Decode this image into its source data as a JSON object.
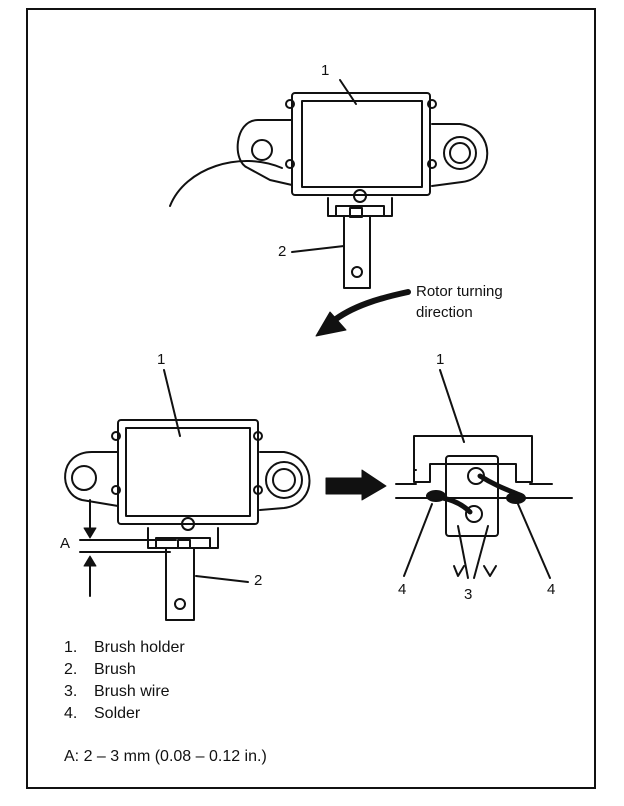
{
  "diagram": {
    "part_labels": {
      "top_1": "1",
      "top_2": "2",
      "left_1": "1",
      "left_2": "2",
      "right_1": "1",
      "right_3": "3",
      "right_4a": "4",
      "right_4b": "4",
      "dim_a": "A"
    },
    "rotation_text_line1": "Rotor turning",
    "rotation_text_line2": "direction",
    "legend": [
      {
        "num": "1.",
        "text": "Brush holder"
      },
      {
        "num": "2.",
        "text": "Brush"
      },
      {
        "num": "3.",
        "text": "Brush wire"
      },
      {
        "num": "4.",
        "text": "Solder"
      }
    ],
    "spec_label": "A:",
    "spec_value": "2 – 3 mm (0.08 – 0.12 in.)"
  }
}
